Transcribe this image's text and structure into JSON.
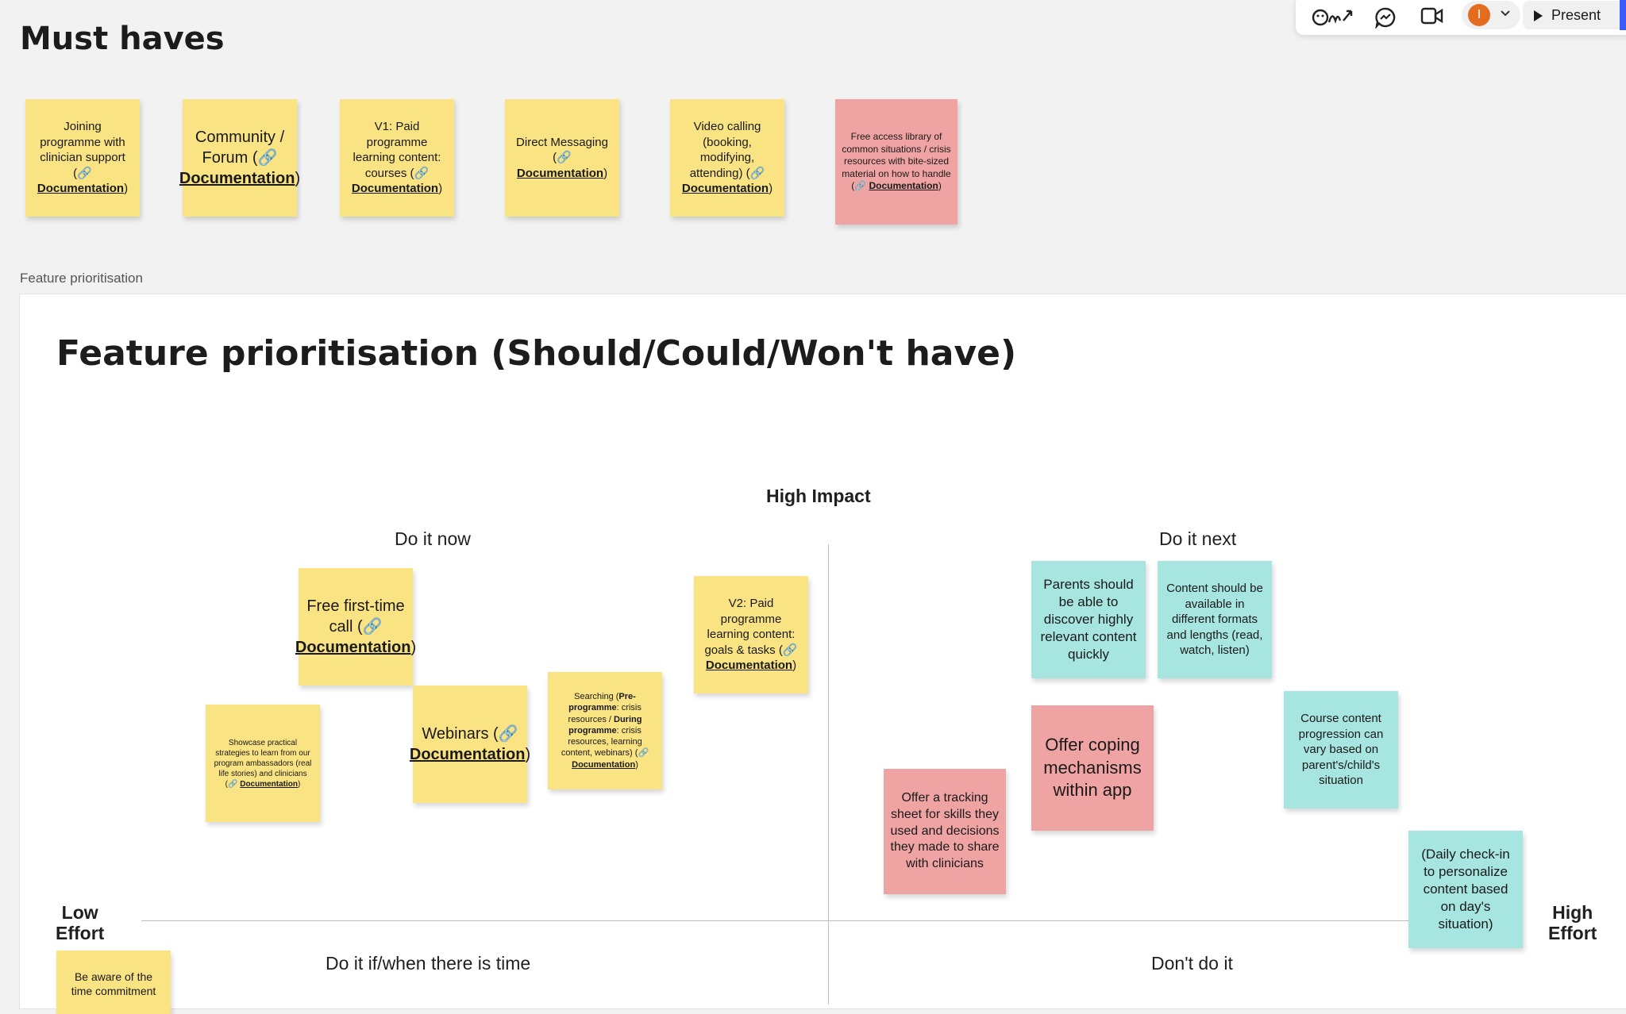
{
  "heading": "Must haves",
  "toolbar": {
    "avatar_initial": "I",
    "present_label": "Present",
    "icons": [
      "reactions-icon",
      "chat-icon",
      "video-icon",
      "chevron-down-icon",
      "play-icon"
    ]
  },
  "must_haves": [
    {
      "text": "Joining programme with clinician support (🔗 ",
      "doc": "Documentation",
      "close": ")"
    },
    {
      "text": "Community / Forum (🔗 ",
      "doc": "Documentation",
      "close": ")"
    },
    {
      "text": "V1: Paid programme learning content: courses (🔗 ",
      "doc": "Documentation",
      "close": ")"
    },
    {
      "text": "Direct Messaging (🔗 ",
      "doc": "Documentation",
      "close": ")"
    },
    {
      "text": "Video calling (booking, modifying, attending) (🔗 ",
      "doc": "Documentation",
      "close": ")"
    },
    {
      "text": "Free access library of common situations / crisis resources with bite-sized material on how to handle (🔗 ",
      "doc": "Documentation",
      "close": ")"
    }
  ],
  "frame": {
    "label": "Feature prioritisation",
    "title": "Feature prioritisation (Should/Could/Won't have)",
    "axes": {
      "top": "High Impact",
      "left": "Low\nEffort",
      "right": "High\nEffort"
    },
    "quadrants": {
      "tl": "Do it now",
      "tr": "Do it next",
      "bl": "Do it if/when there is time",
      "br": "Don't do it"
    }
  },
  "matrix_notes": {
    "free_call": {
      "text": "Free first-time call (🔗 ",
      "doc": "Documentation",
      "close": ")"
    },
    "v2_paid": {
      "text": "V2: Paid programme learning content: goals & tasks (🔗 ",
      "doc": "Documentation",
      "close": ")"
    },
    "showcase": {
      "text": "Showcase practical strategies to learn from our program ambassadors (real life stories) and clinicians (🔗 ",
      "doc": "Documentation",
      "close": ")"
    },
    "webinars": {
      "text": "Webinars (🔗 ",
      "doc": "Documentation",
      "close": ")"
    },
    "searching": {
      "p1": "Searching (",
      "b1": "Pre-programme",
      "p2": ": crisis resources / ",
      "b2": "During programme",
      "p3": ": crisis resources, learning content, webinars) (🔗 ",
      "doc": "Documentation",
      "close": ")"
    },
    "be_aware": "Be aware of the time commitment",
    "parents_discover": "Parents should be able to discover highly relevant content quickly",
    "content_formats": "Content should be available in different formats and lengths (read, watch, listen)",
    "course_progression": "Course content progression can vary based on parent's/child's situation",
    "offer_coping": "Offer coping mechanisms within app",
    "tracking_sheet": "Offer a tracking sheet for skills they used and decisions they made to share with clinicians",
    "daily_checkin": "(Daily check-in to personalize content based on day's situation)"
  },
  "colors": {
    "yellow": "#f9e382",
    "pink": "#f0a3a3",
    "teal": "#a6e5e0",
    "accent": "#3a5bff",
    "avatar": "#e36c1f"
  }
}
